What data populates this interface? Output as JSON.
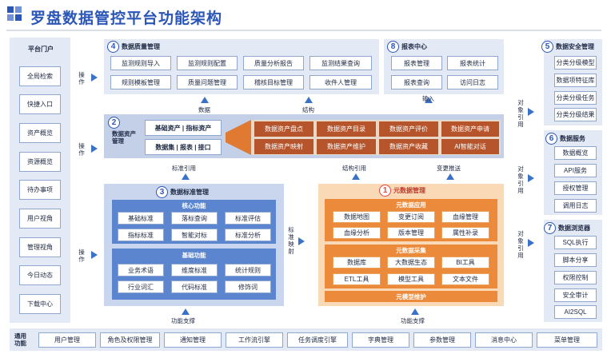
{
  "title": "罗盘数据管控平台功能架构",
  "portal": {
    "title": "平台门户",
    "items": [
      "全局检索",
      "快捷入口",
      "资产概览",
      "资源概览",
      "待办事项",
      "用户视角",
      "管理视角",
      "今日动态",
      "下载中心"
    ]
  },
  "arrow_labels": {
    "operate": "操作",
    "data": "数据",
    "structure": "结构",
    "input": "输入",
    "standard_ref": "标准引用",
    "structure_ref": "结构引用",
    "change_push": "变更推送",
    "standard_map": "标准映射",
    "func_support": "功能支撑",
    "object_ref": "对象引用"
  },
  "quality": {
    "num": "4",
    "title": "数据质量管理",
    "items": [
      "监测规则导入",
      "监测规则配置",
      "质量分析报告",
      "监测结果查询",
      "规则模板管理",
      "质量问题管理",
      "稽核目标管理",
      "收件人管理"
    ]
  },
  "report": {
    "num": "8",
    "title": "报表中心",
    "items": [
      "报表管理",
      "报表统计",
      "报表查询",
      "访问日志"
    ]
  },
  "security": {
    "num": "5",
    "title": "数据安全管理",
    "items": [
      "分类分级模型",
      "数据项特征库",
      "分类分级任务",
      "分类分级结果"
    ]
  },
  "service": {
    "num": "6",
    "title": "数据服务",
    "items": [
      "数据概览",
      "API服务",
      "授权管理",
      "调用日志"
    ]
  },
  "browser": {
    "num": "7",
    "title": "数据浏览器",
    "items": [
      "SQL执行",
      "脚本分享",
      "权限控制",
      "安全审计",
      "AI2SQL"
    ]
  },
  "asset": {
    "num": "2",
    "title": "数据资产管理",
    "left_items": [
      "基础资产 | 指标资产",
      "数据集 | 报表 | 接口"
    ],
    "items": [
      "数据资产盘点",
      "数据资产目录",
      "数据资产评价",
      "数据资产申请",
      "数据资产映射",
      "数据资产维护",
      "数据资产收藏",
      "AI智能对话"
    ]
  },
  "standard": {
    "num": "3",
    "title": "数据标准管理",
    "core_title": "核心功能",
    "core_items": [
      "基础标准",
      "落标查询",
      "标准评估",
      "指标标准",
      "智能对标",
      "标准分析"
    ],
    "basic_title": "基础功能",
    "basic_items": [
      "业务术语",
      "维度标准",
      "统计规则",
      "行业词汇",
      "代码标准",
      "修饰词"
    ]
  },
  "metadata": {
    "num": "1",
    "title": "元数据管理",
    "app_title": "元数据应用",
    "app_items": [
      "数据地图",
      "变更订阅",
      "血缘管理",
      "血缘分析",
      "版本管理",
      "属性补录"
    ],
    "collect_title": "元数据采集",
    "collect_items": [
      "数据库",
      "大数据生态",
      "BI工具",
      "ETL工具",
      "模型工具",
      "文本文件"
    ],
    "maintain_title": "元模型维护"
  },
  "common": {
    "title": "通用功能",
    "items": [
      "用户管理",
      "角色及权限管理",
      "通知管理",
      "工作流引擎",
      "任务调度引擎",
      "字典管理",
      "参数管理",
      "消息中心",
      "菜单管理"
    ]
  }
}
